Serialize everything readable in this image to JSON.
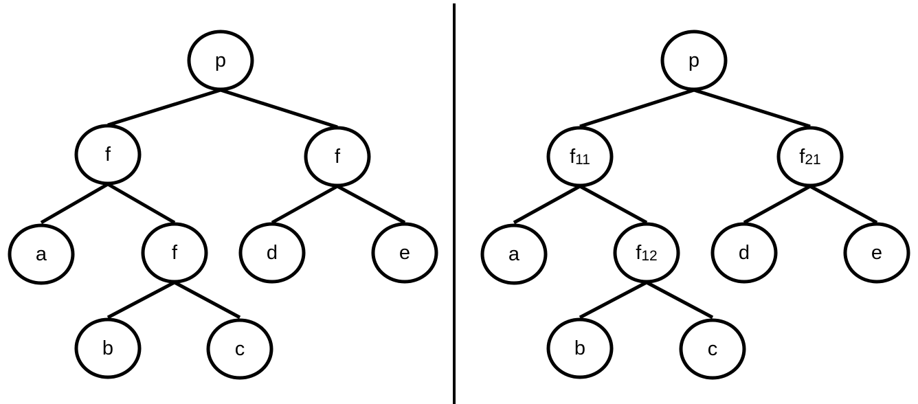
{
  "trees": [
    {
      "nodes": [
        {
          "id": "p",
          "label": "p"
        },
        {
          "id": "f1",
          "label": "f"
        },
        {
          "id": "f2",
          "label": "f"
        },
        {
          "id": "a",
          "label": "a"
        },
        {
          "id": "f3",
          "label": "f"
        },
        {
          "id": "d",
          "label": "d"
        },
        {
          "id": "e",
          "label": "e"
        },
        {
          "id": "b",
          "label": "b"
        },
        {
          "id": "c",
          "label": "c"
        }
      ],
      "edges": [
        [
          "p",
          "f1"
        ],
        [
          "p",
          "f2"
        ],
        [
          "f1",
          "a"
        ],
        [
          "f1",
          "f3"
        ],
        [
          "f2",
          "d"
        ],
        [
          "f2",
          "e"
        ],
        [
          "f3",
          "b"
        ],
        [
          "f3",
          "c"
        ]
      ]
    },
    {
      "nodes": [
        {
          "id": "p",
          "label": "p"
        },
        {
          "id": "f1",
          "label": "f",
          "sub": "11"
        },
        {
          "id": "f2",
          "label": "f",
          "sub": "21"
        },
        {
          "id": "a",
          "label": "a"
        },
        {
          "id": "f3",
          "label": "f",
          "sub": "12"
        },
        {
          "id": "d",
          "label": "d"
        },
        {
          "id": "e",
          "label": "e"
        },
        {
          "id": "b",
          "label": "b"
        },
        {
          "id": "c",
          "label": "c"
        }
      ],
      "edges": [
        [
          "p",
          "f1"
        ],
        [
          "p",
          "f2"
        ],
        [
          "f1",
          "a"
        ],
        [
          "f1",
          "f3"
        ],
        [
          "f2",
          "d"
        ],
        [
          "f2",
          "e"
        ],
        [
          "f3",
          "b"
        ],
        [
          "f3",
          "c"
        ]
      ]
    }
  ]
}
